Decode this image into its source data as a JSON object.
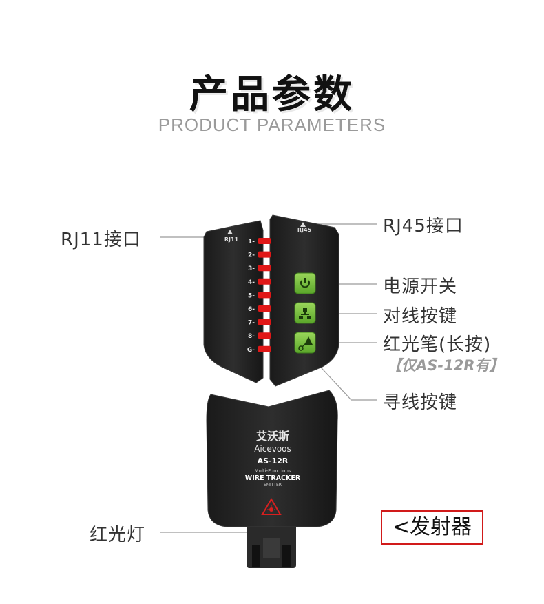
{
  "header": {
    "title": "产品参数",
    "subtitle": "PRODUCT PARAMETERS"
  },
  "callouts": {
    "rj11": "RJ11接口",
    "rj45": "RJ45接口",
    "power": "电源开关",
    "pair": "对线按键",
    "laser": "红光笔(长按)",
    "laser_note": "【仅AS-12R有】",
    "trace": "寻线按键",
    "red_light": "红光灯"
  },
  "device": {
    "port_left": "RJ11",
    "port_right": "RJ45",
    "leds": [
      "1",
      "2",
      "3",
      "4",
      "5",
      "6",
      "7",
      "8",
      "G"
    ],
    "brand_cn": "艾沃斯",
    "brand_en": "Aicevoos",
    "model": "AS-12R",
    "line1": "Multi-Functions",
    "line2": "WIRE TRACKER",
    "line3": "EMITTER",
    "icons": [
      "power-icon",
      "network-icon",
      "laser-icon"
    ],
    "colors": {
      "body": "#232323",
      "button": "#74c23a",
      "led": "#e01818",
      "warning": "#d81f1f"
    }
  },
  "badge": {
    "label": "<发射器"
  }
}
